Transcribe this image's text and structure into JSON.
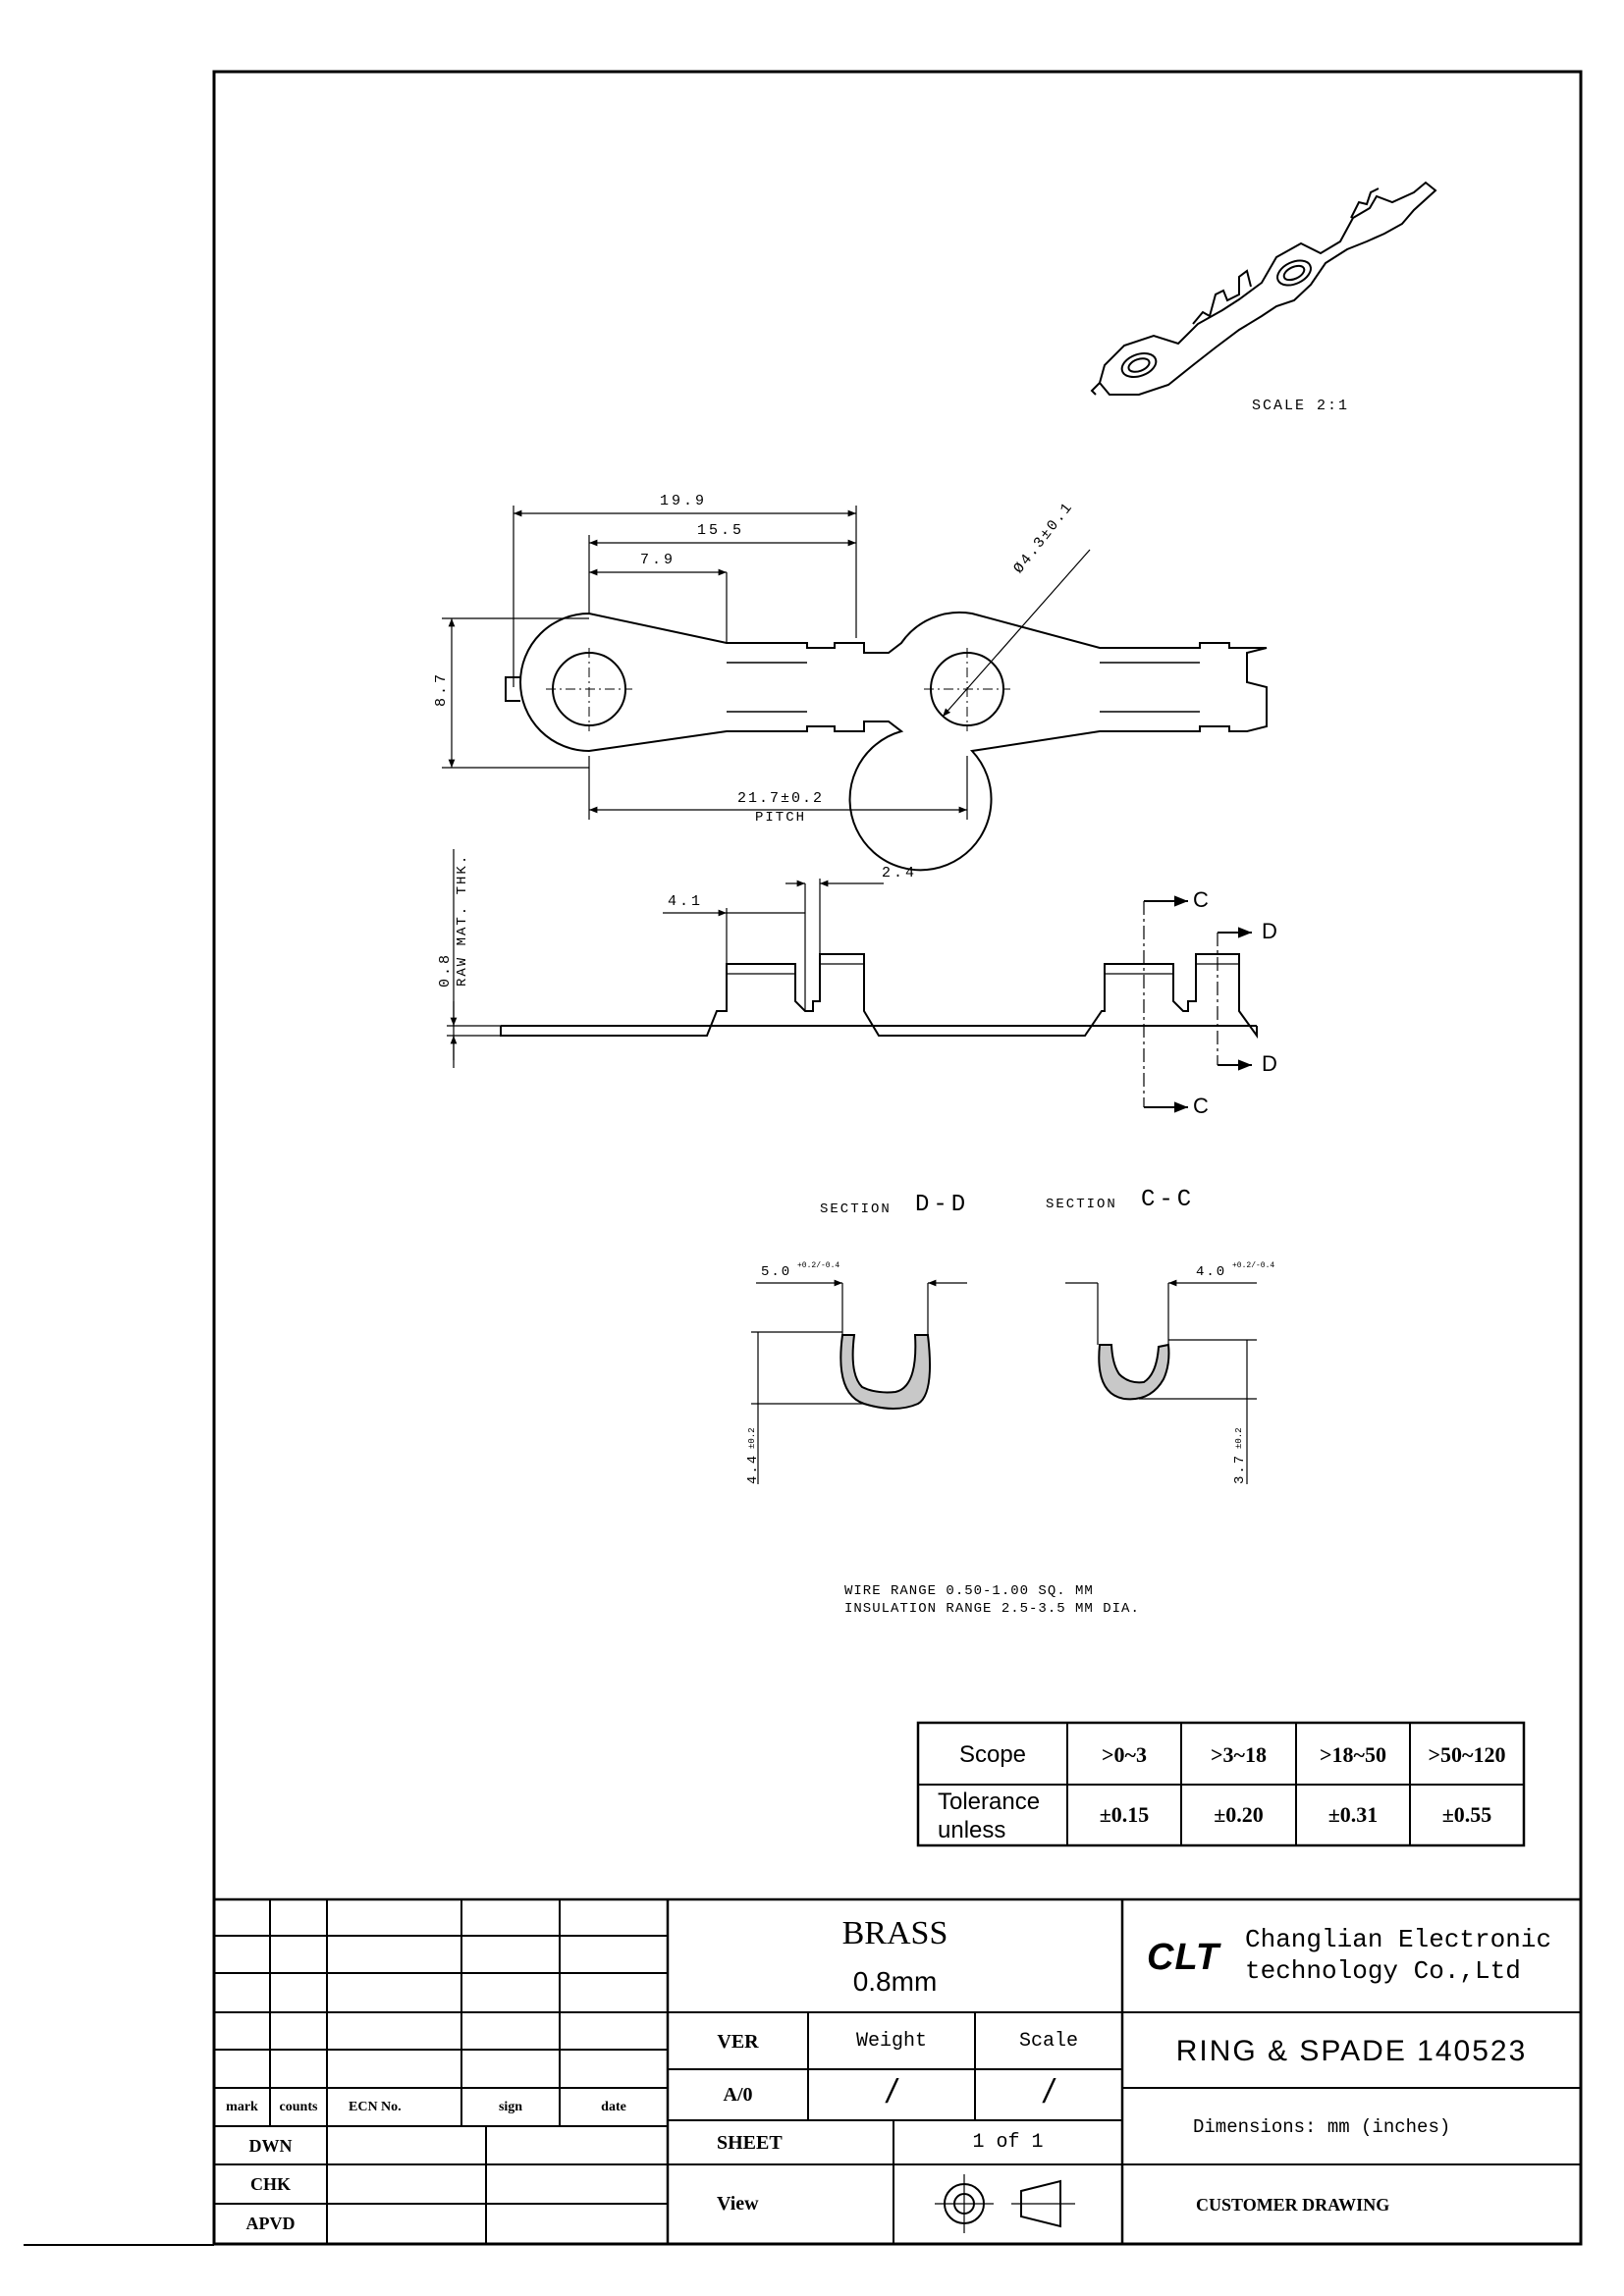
{
  "drawing": {
    "scale_note": "SCALE  2:1",
    "dims": {
      "d19_9": "19.9",
      "d15_5": "15.5",
      "d7_9": "7.9",
      "dia": "Ø4.3±0.1",
      "d8_7": "8.7",
      "pitch_val": "21.7±0.2",
      "pitch_label": "PITCH",
      "d4_1": "4.1",
      "d2_4": "2.4",
      "thk_val": "0.8",
      "thk_label": "RAW MAT. THK.",
      "sec_c": "C",
      "sec_d": "D",
      "dd_w": "5.0",
      "dd_w_tol": "+0.2/-0.4",
      "dd_h": "4.4",
      "dd_h_tol": "±0.2",
      "cc_w": "4.0",
      "cc_w_tol": "+0.2/-0.4",
      "cc_h": "3.7",
      "cc_h_tol": "±0.2"
    },
    "section_dd_word": "SECTION",
    "section_dd_id": "D-D",
    "section_cc_word": "SECTION",
    "section_cc_id": "C-C",
    "wire_range": "WIRE RANGE 0.50-1.00 SQ. MM",
    "insulation_range": "INSULATION RANGE 2.5-3.5 MM DIA."
  },
  "tolerance_table": {
    "scope_label": "Scope",
    "tolerance_label_1": "Tolerance",
    "tolerance_label_2": "unless",
    "ranges": [
      ">0~3",
      ">3~18",
      ">18~50",
      ">50~120"
    ],
    "values": [
      "±0.15",
      "±0.20",
      "±0.31",
      "±0.55"
    ]
  },
  "title_block": {
    "material": "BRASS",
    "thickness": "0.8mm",
    "company_logo": "CLT",
    "company_line1": "Changlian Electronic",
    "company_line2": "technology Co.,Ltd",
    "part_name": "RING & SPADE 140523",
    "ver_label": "VER",
    "weight_label": "Weight",
    "scale_label": "Scale",
    "ver_value": "A/0",
    "weight_value": "/",
    "scale_value": "/",
    "sheet_label": "SHEET",
    "sheet_value": "1 of 1",
    "view_label": "View",
    "dimensions_note": "Dimensions: mm (inches)",
    "customer_drawing": "CUSTOMER DRAWING",
    "rev_headers": {
      "mark": "mark",
      "counts": "counts",
      "ecn": "ECN No.",
      "sign": "sign",
      "date": "date"
    },
    "dwn": "DWN",
    "chk": "CHK",
    "apvd": "APVD"
  }
}
